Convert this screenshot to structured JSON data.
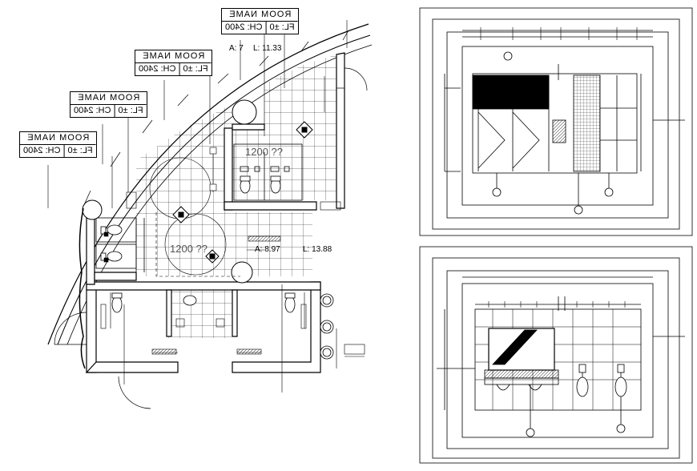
{
  "room_tags": [
    {
      "name": "ROOM NAME",
      "fl": "FL: ±0",
      "ch": "CH: 2400"
    },
    {
      "name": "ROOM NAME",
      "fl": "FL: ±0",
      "ch": "CH: 2400"
    },
    {
      "name": "ROOM NAME",
      "fl": "FL: ±0",
      "ch": "CH: 2400"
    },
    {
      "name": "ROOM NAME",
      "fl": "FL: ±0",
      "ch": "CH: 2400"
    }
  ],
  "annotations": {
    "a1": "A: 7",
    "l1": "L: 11.33",
    "a2": "A: 8.97",
    "l2": "L: 13.88",
    "dim_upper": "1200 ??",
    "dim_lower": "1200 ??"
  },
  "colors": {
    "line": "#000000",
    "paper": "#ffffff",
    "tile": "#000000"
  }
}
